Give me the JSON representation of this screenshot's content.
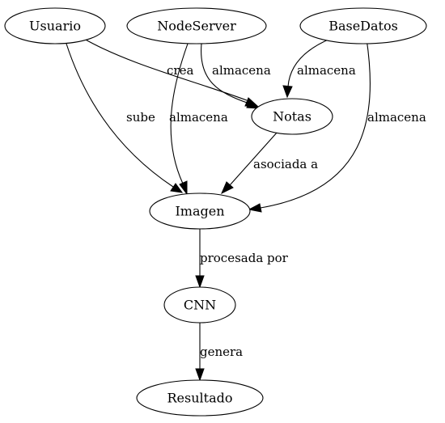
{
  "nodes": {
    "usuario": "Usuario",
    "nodeserver": "NodeServer",
    "basedatos": "BaseDatos",
    "notas": "Notas",
    "imagen": "Imagen",
    "cnn": "CNN",
    "resultado": "Resultado"
  },
  "edges": {
    "usuario_notas": "crea",
    "usuario_imagen": "sube",
    "nodeserver_notas": "almacena",
    "nodeserver_imagen": "almacena",
    "basedatos_notas": "almacena",
    "basedatos_imagen": "almacena",
    "notas_imagen": "asociada a",
    "imagen_cnn": "procesada por",
    "cnn_resultado": "genera"
  }
}
